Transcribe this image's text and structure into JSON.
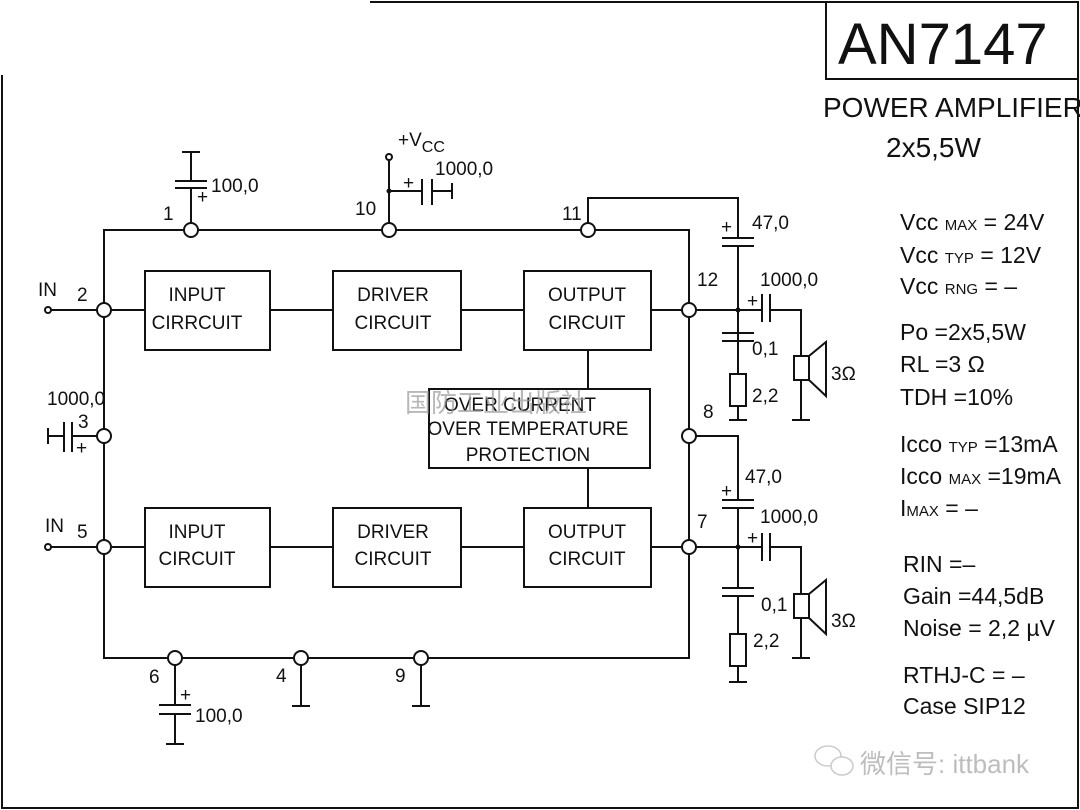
{
  "header": {
    "part_number": "AN7147",
    "description": "POWER AMPLIFIER",
    "power_rating": "2x5,5W"
  },
  "blocks": {
    "top_input": [
      "INPUT",
      "CIRRCUIT"
    ],
    "top_driver": [
      "DRIVER",
      "CIRCUIT"
    ],
    "top_output": [
      "OUTPUT",
      "CIRCUIT"
    ],
    "protection": [
      "OVER CURRENT",
      "OVER TEMPERATURE",
      "PROTECTION"
    ],
    "bottom_input": [
      "INPUT",
      "CIRCUIT"
    ],
    "bottom_driver": [
      "DRIVER",
      "CIRCUIT"
    ],
    "bottom_output": [
      "OUTPUT",
      "CIRCUIT"
    ]
  },
  "pins": {
    "p1": "1",
    "p2": "2",
    "p3": "3",
    "p4": "4",
    "p5": "5",
    "p6": "6",
    "p7": "7",
    "p8": "8",
    "p9": "9",
    "p10": "10",
    "p11": "11",
    "p12": "12"
  },
  "labels": {
    "in_top": "IN",
    "in_bottom": "IN",
    "vcc": "+V",
    "vcc_sub": "CC",
    "plus": "+"
  },
  "components": {
    "c_pin1": "100,0",
    "c_pin10": "1000,0",
    "c_pin3": "1000,0",
    "c_pin6": "100,0",
    "c_boot_top": "47,0",
    "c_out_top": "1000,0",
    "c_zobel_top": "0,1",
    "r_zobel_top": "2,2",
    "spk_top": "3Ω",
    "c_boot_bottom": "47,0",
    "c_out_bottom": "1000,0",
    "c_zobel_bottom": "0,1",
    "r_zobel_bottom": "2,2",
    "spk_bottom": "3Ω"
  },
  "specs": [
    {
      "sym": "Vcc",
      "sub": "MAX",
      "val": "= 24V"
    },
    {
      "sym": "Vcc",
      "sub": "TYP",
      "val": "= 12V"
    },
    {
      "sym": "Vcc",
      "sub": "RNG",
      "val": "= –"
    },
    {
      "sym": "Po",
      "sub": "",
      "val": "=2x5,5W"
    },
    {
      "sym": "RL",
      "sub": "",
      "val": "=3 Ω"
    },
    {
      "sym": "TDH",
      "sub": "",
      "val": "=10%"
    },
    {
      "sym": "Icco",
      "sub": "TYP",
      "val": "=13mA"
    },
    {
      "sym": "Icco",
      "sub": "MAX",
      "val": "=19mA"
    },
    {
      "sym": "I",
      "sub": "MAX",
      "val": "=  –"
    },
    {
      "sym": "RIN",
      "sub": "",
      "val": "=–"
    },
    {
      "sym": "Gain",
      "sub": "",
      "val": "=44,5dB"
    },
    {
      "sym": "Noise",
      "sub": "",
      "val": "= 2,2 µV"
    },
    {
      "sym": "RTHJ-C",
      "sub": "",
      "val": "= –"
    },
    {
      "sym": "Case",
      "sub": "",
      "val": "SIP12"
    }
  ],
  "watermarks": {
    "publisher": "国防工业出版社",
    "wechat": "微信号: ittbank"
  }
}
